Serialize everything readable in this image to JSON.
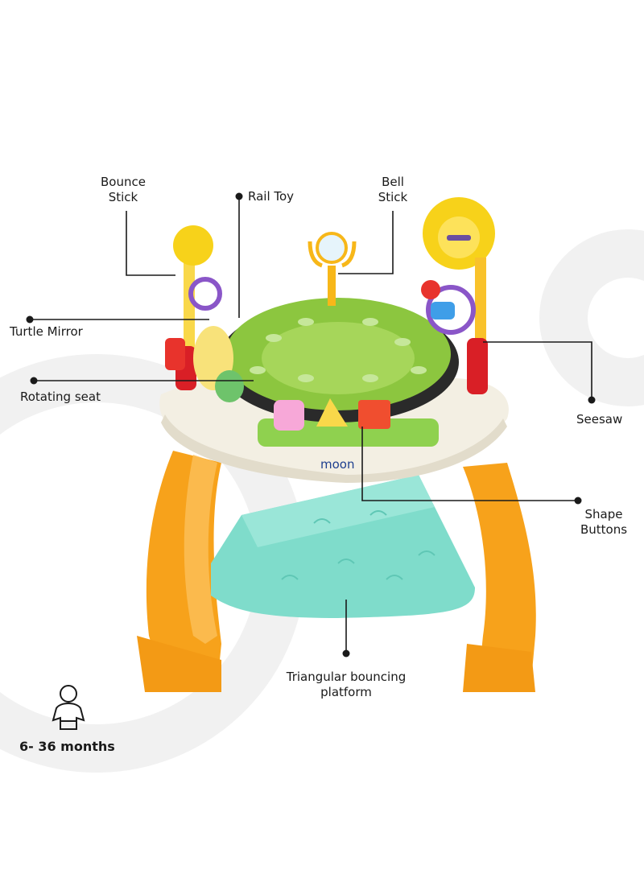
{
  "labels": {
    "bounce_stick": [
      "Bounce",
      "Stick"
    ],
    "rail_toy": "Rail Toy",
    "bell_stick": [
      "Bell",
      "Stick"
    ],
    "turtle_mirror": "Turtle Mirror",
    "rotating_seat": "Rotating seat",
    "seesaw": "Seesaw",
    "shape_buttons": [
      "Shape",
      "Buttons"
    ],
    "platform": [
      "Triangular bouncing",
      "platform"
    ]
  },
  "brand": "moon",
  "age_range": "6- 36 months",
  "icons": [
    "baby-icon"
  ],
  "colors": {
    "seat_green": "#8cc63f",
    "frame_orange": "#f6a623",
    "platform_teal": "#7fdccb",
    "tray_cream": "#f3efe3",
    "leader_line": "#1a1a1a"
  }
}
